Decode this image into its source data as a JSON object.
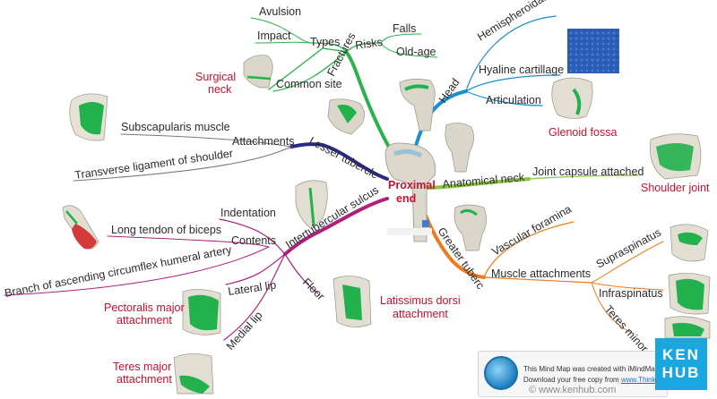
{
  "center": {
    "line1": "Proximal",
    "line2": "end"
  },
  "branches": {
    "fractures": {
      "label": "Fractures"
    },
    "types": {
      "label": "Types",
      "items": [
        "Avulsion",
        "Impact"
      ]
    },
    "risks": {
      "label": "Risks",
      "items": [
        "Falls",
        "Old-age"
      ]
    },
    "common_site": {
      "label": "Common site"
    },
    "surgical_neck": {
      "line1": "Surgical",
      "line2": "neck"
    },
    "head": {
      "label": "Head",
      "items": [
        "Hemispheroidal",
        "Hyaline cartillage",
        "Articulation"
      ]
    },
    "glenoid_fossa": {
      "label": "Glenoid fossa"
    },
    "lesser_tubercle": {
      "label": "Lesser tubercle"
    },
    "attachments": {
      "label": "Attachments",
      "items": [
        "Subscapularis muscle",
        "Transverse ligament of shoulder"
      ]
    },
    "anatomical_neck": {
      "label": "Anatomical neck",
      "items": [
        "Joint capsule attached"
      ]
    },
    "shoulder_joint": {
      "label": "Shoulder joint"
    },
    "intertubercular_sulcus": {
      "label": "Intertubercular sulcus"
    },
    "contents": {
      "label": "Contents",
      "items": [
        "Indentation",
        "Long tendon of biceps",
        "Branch of ascending circumflex humeral artery"
      ]
    },
    "lateral_lip": {
      "label": "Lateral lip"
    },
    "medial_lip": {
      "label": "Medial lip"
    },
    "floor": {
      "label": "Floor"
    },
    "pectoralis_major": {
      "line1": "Pectoralis major",
      "line2": "attachment"
    },
    "teres_major": {
      "line1": "Teres major",
      "line2": "attachment"
    },
    "latissimus_dorsi": {
      "line1": "Latissimus dorsi",
      "line2": "attachment"
    },
    "greater_tubercle": {
      "label": "Greater tuberc"
    },
    "vascular_foramina": {
      "label": "Vascular foramina"
    },
    "muscle_attachments": {
      "label": "Muscle attachments",
      "items": [
        "Supraspinatus",
        "Infraspinatus",
        "Teres minor"
      ]
    }
  },
  "imindmap": {
    "line1": "This Mind Map was created with iMindMap T",
    "line2_prefix": "Download your free copy from ",
    "line2_link": "www.ThinkBu"
  },
  "watermark": "© www.kenhub.com",
  "badge": {
    "line1": "KEN",
    "line2": "HUB"
  },
  "colors": {
    "fractures": "#2bb24c",
    "head": "#1a8fd0",
    "lesser_tubercle": "#2a2a8c",
    "anatomical_neck": "#8cc63f",
    "intertubercular": "#b0207a",
    "greater_tubercle": "#f07a1a",
    "muscle_green": "#22b14c",
    "red_text": "#c8102e",
    "kenhub_blue": "#1aa7e0"
  }
}
